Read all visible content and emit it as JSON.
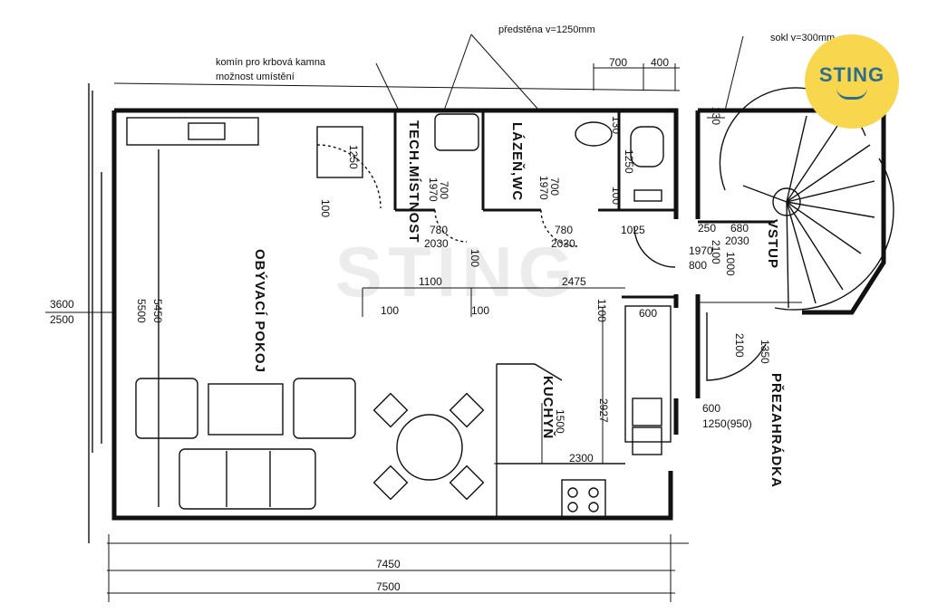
{
  "notes": {
    "predstena": "předstěna v=1250mm",
    "sokl": "sokl v=300mm",
    "komin_line1": "komín pro krbová kamna",
    "komin_line2": "možnost umístění"
  },
  "rooms": {
    "obyvaci": "OBÝVACÍ POKOJ",
    "tech": "TECH.MÍSTNOST",
    "lazen": "LÁZEŇ,WC",
    "kuchyn": "KUCHYŇ",
    "vstup": "VSTUP",
    "prezahradka": "PŘEZAHRÁDKA"
  },
  "dims": {
    "d700a": "700",
    "d400": "400",
    "d130a": "130",
    "d130b": "130",
    "d1250a": "1250",
    "d1250b": "1250",
    "d100a": "100",
    "d100b": "100",
    "d100c": "100",
    "d100d": "100",
    "d100e": "100",
    "d700b": "700",
    "d1970a": "1970",
    "d700c": "700",
    "d1970b": "1970",
    "d780a": "780",
    "d2030a": "2030",
    "d780b": "780",
    "d2030b": "2030",
    "d1025": "1025",
    "d250": "250",
    "d680": "680",
    "d2030c": "2030",
    "d1970c": "1970",
    "d800": "800",
    "d2100a": "2100",
    "d1000": "1000",
    "d1100a": "1100",
    "d2475": "2475",
    "d1100b": "1100",
    "d600a": "600",
    "d3600": "3600",
    "d2500": "2500",
    "d5500": "5500",
    "d5450": "5450",
    "d2100b": "2100",
    "d1350": "1350",
    "d2927": "2927",
    "d1500": "1500",
    "d600b": "600",
    "d1250950": "1250(950)",
    "d2300": "2300",
    "d7450": "7450",
    "d7500": "7500"
  },
  "logo": {
    "text": "STING",
    "watermark": "STING"
  }
}
